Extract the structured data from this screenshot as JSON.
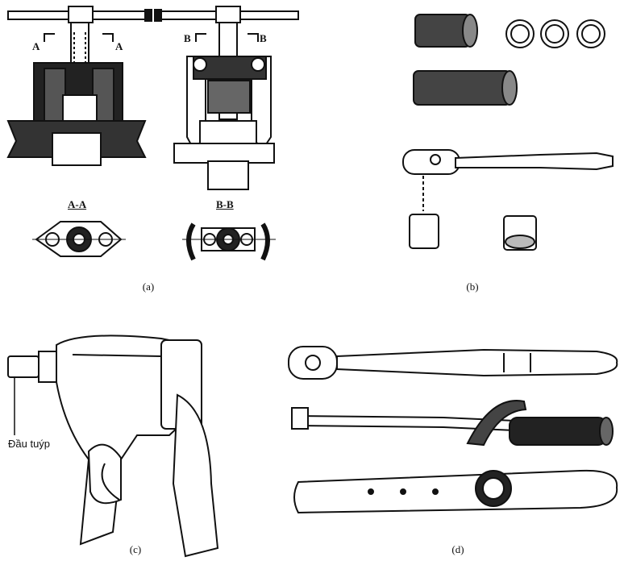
{
  "panels": {
    "a": {
      "caption": "(a)",
      "section_marks": [
        "A",
        "A",
        "B",
        "B"
      ],
      "section_views": [
        "A-A",
        "B-B"
      ]
    },
    "b": {
      "caption": "(b)"
    },
    "c": {
      "caption": "(c)",
      "callout": "Đầu tuýp"
    },
    "d": {
      "caption": "(d)"
    }
  }
}
